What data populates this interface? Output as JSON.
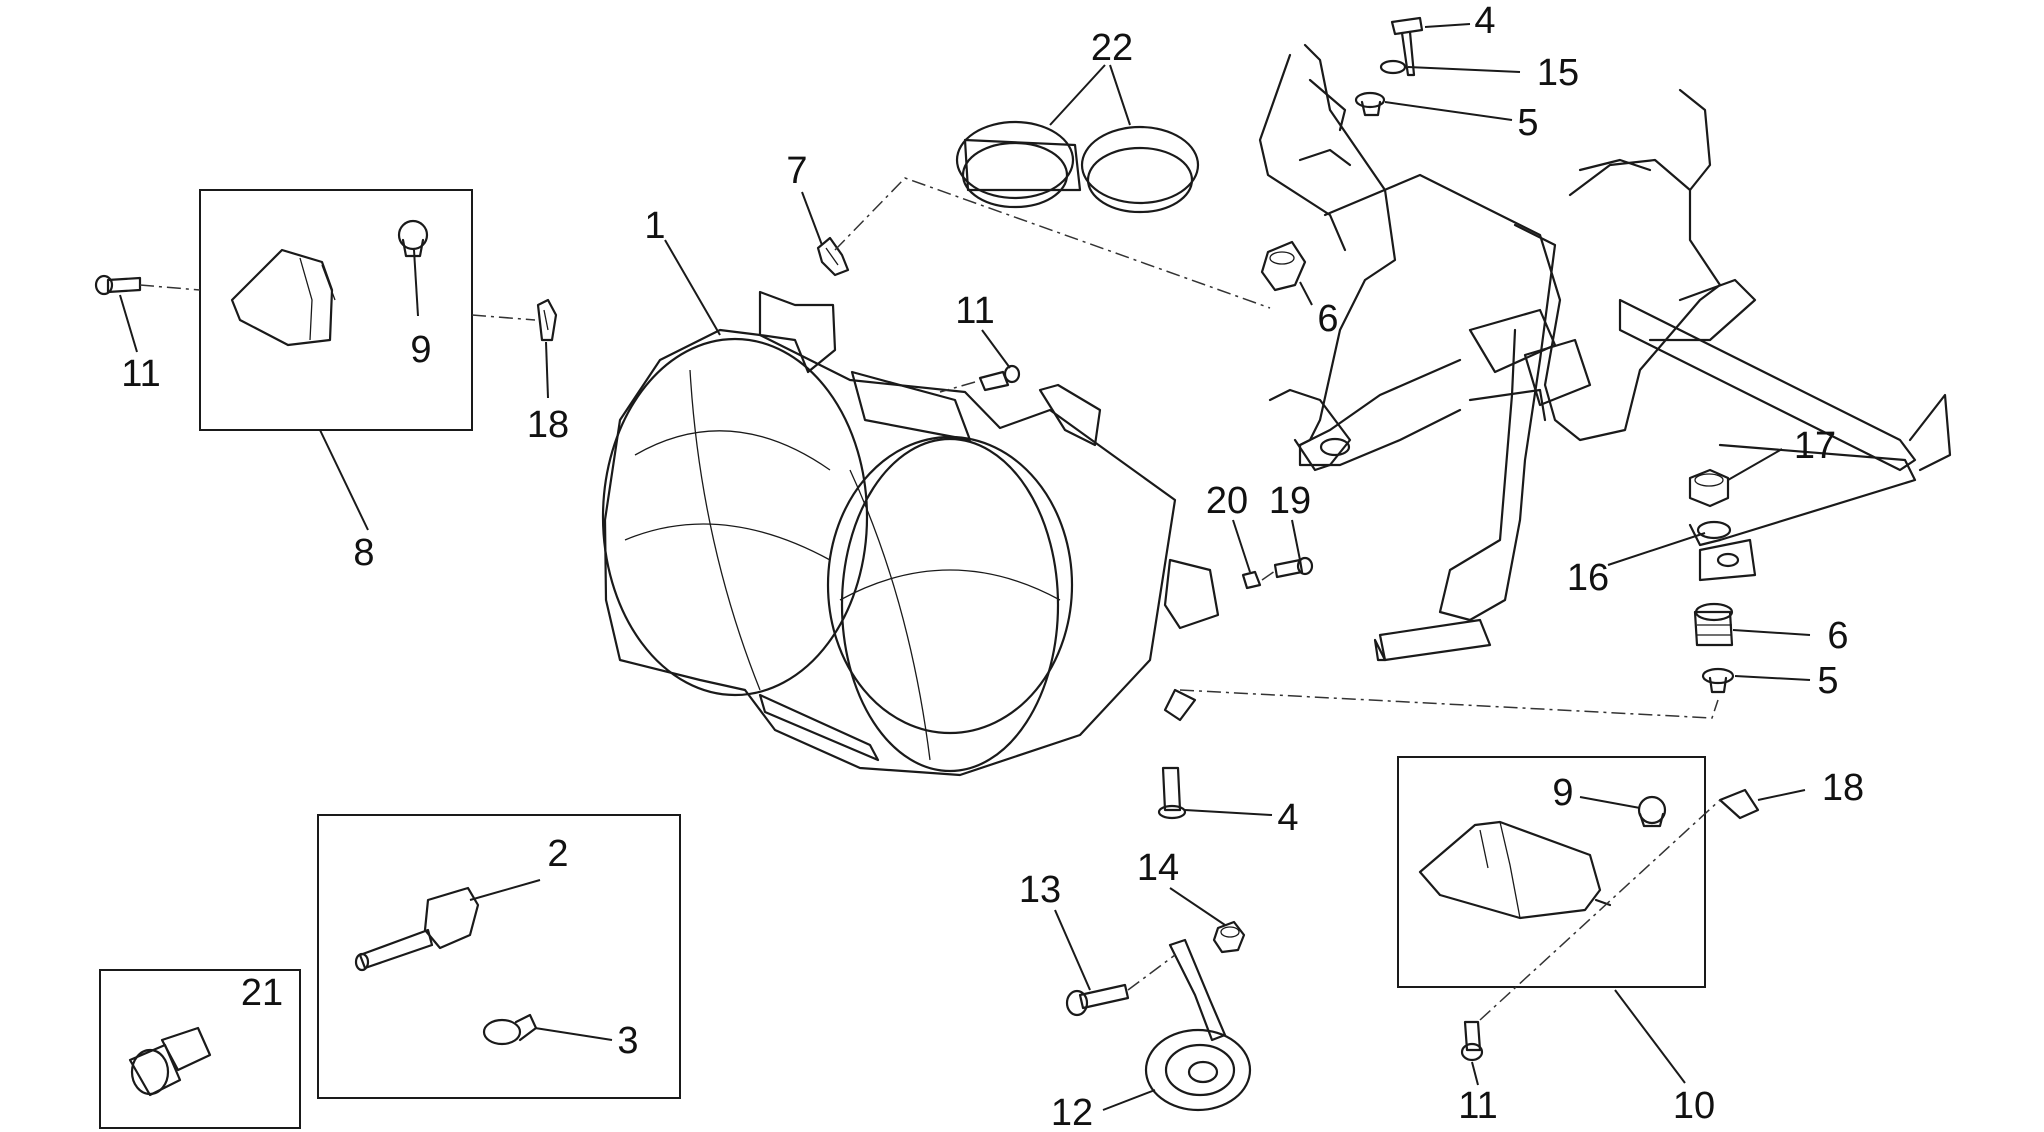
{
  "callouts": [
    {
      "id": "c1",
      "text": "1"
    },
    {
      "id": "c2",
      "text": "2"
    },
    {
      "id": "c3",
      "text": "3"
    },
    {
      "id": "c4a",
      "text": "4"
    },
    {
      "id": "c4b",
      "text": "4"
    },
    {
      "id": "c5a",
      "text": "5"
    },
    {
      "id": "c5b",
      "text": "5"
    },
    {
      "id": "c6a",
      "text": "6"
    },
    {
      "id": "c6b",
      "text": "6"
    },
    {
      "id": "c7",
      "text": "7"
    },
    {
      "id": "c8",
      "text": "8"
    },
    {
      "id": "c9a",
      "text": "9"
    },
    {
      "id": "c9b",
      "text": "9"
    },
    {
      "id": "c10",
      "text": "10"
    },
    {
      "id": "c11a",
      "text": "11"
    },
    {
      "id": "c11b",
      "text": "11"
    },
    {
      "id": "c11c",
      "text": "11"
    },
    {
      "id": "c12",
      "text": "12"
    },
    {
      "id": "c13",
      "text": "13"
    },
    {
      "id": "c14",
      "text": "14"
    },
    {
      "id": "c15",
      "text": "15"
    },
    {
      "id": "c16",
      "text": "16"
    },
    {
      "id": "c17",
      "text": "17"
    },
    {
      "id": "c18a",
      "text": "18"
    },
    {
      "id": "c18b",
      "text": "18"
    },
    {
      "id": "c19",
      "text": "19"
    },
    {
      "id": "c20",
      "text": "20"
    },
    {
      "id": "c21",
      "text": "21"
    },
    {
      "id": "c22",
      "text": "22"
    }
  ],
  "colors": {
    "line": "#1a1a1a",
    "background": "#ffffff"
  }
}
